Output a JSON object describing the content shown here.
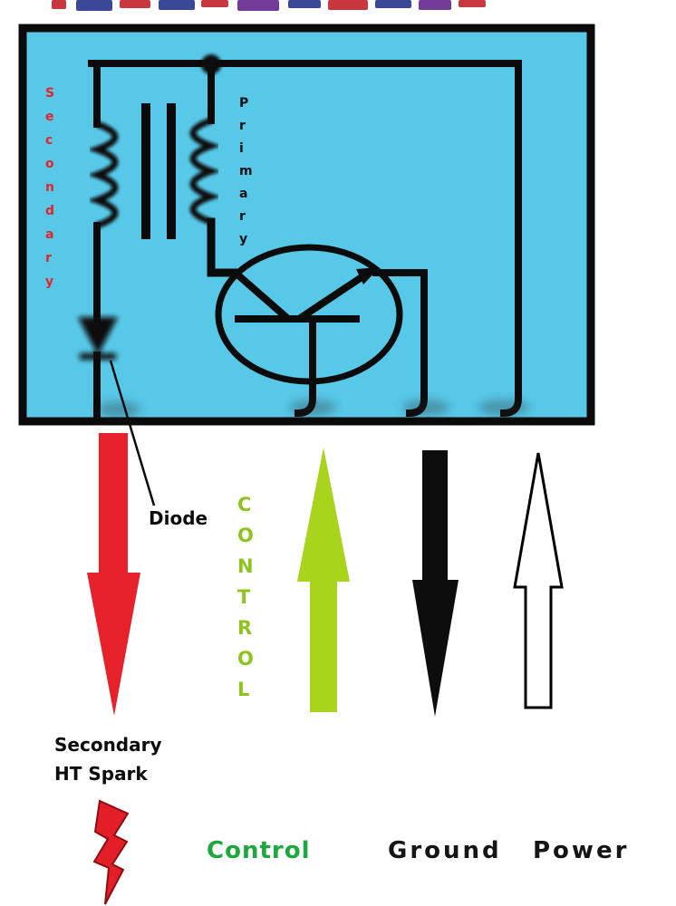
{
  "diagram": {
    "box_labels": {
      "secondary": "Secondary",
      "primary": "Primary"
    },
    "annotations": {
      "diode_label": "Diode",
      "control_vertical": "CONTROL",
      "spark_caption_line1": "Secondary",
      "spark_caption_line2": "HT Spark"
    },
    "legend": {
      "control": "Control",
      "ground": "Ground",
      "power": "Power"
    },
    "colors": {
      "panel_fill": "#58C8E8",
      "secondary_text": "#E8222B",
      "primary_text": "#111111",
      "control_vertical_text": "#8DC41F",
      "legend_control_text": "#1CA83C",
      "spark_arrow": "#E62129",
      "control_arrow": "#A9D41C",
      "ground_arrow": "#0D0D0D",
      "power_arrow_fill": "#FFFFFF",
      "power_arrow_outline": "#000000",
      "lightning": "#E31E26",
      "wire": "#0B0B0B"
    }
  }
}
